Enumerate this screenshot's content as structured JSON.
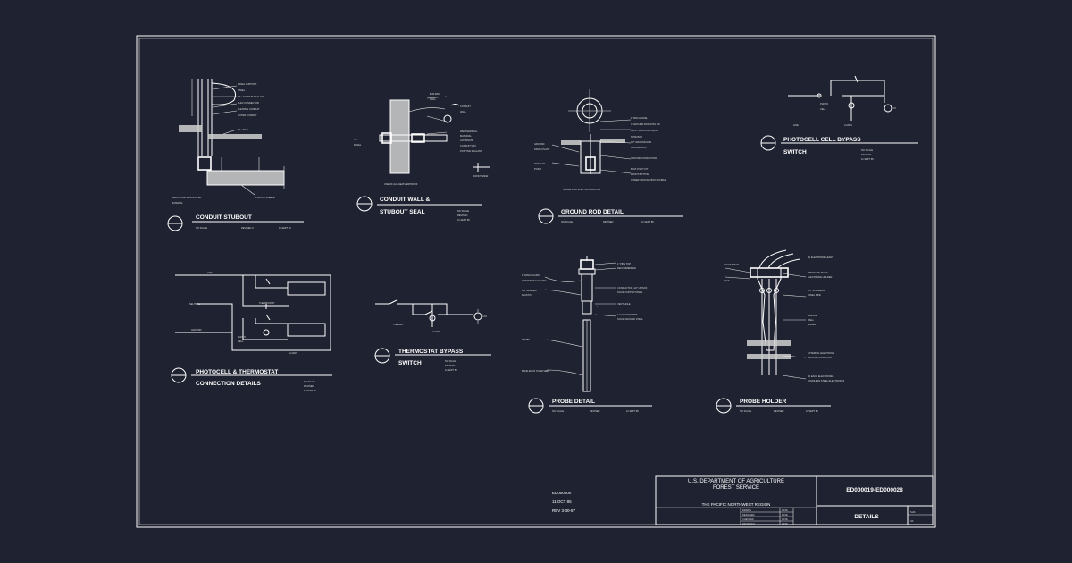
{
  "details": {
    "conduit_stubout": "CONDUIT STUBOUT",
    "conduit_wall_line1": "CONDUIT WALL &",
    "conduit_wall_line2": "STUBOUT SEAL",
    "ground_rod": "GROUND ROD DETAIL",
    "photocell_bypass_line1": "PHOTOCELL CELL BYPASS",
    "photocell_bypass_line2": "SWITCH",
    "photocell_thermostat_line1": "PHOTOCELL & THERMOSTAT",
    "photocell_thermostat_line2": "CONNECTION DETAILS",
    "thermostat_bypass_line1": "THERMOSTAT BYPASS",
    "thermostat_bypass_line2": "SWITCH",
    "probe_detail": "PROBE DETAIL",
    "probe_holder": "PROBE HOLDER"
  },
  "stamp": {
    "line1": "ED000000",
    "line2": "11 OCT 85",
    "line3": "REV 3-30-87"
  },
  "title_block": {
    "agency_line1": "U.S. DEPARTMENT OF AGRICULTURE",
    "agency_line2": "FOREST SERVICE",
    "region": "THE PACIFIC NORTHWEST REGION",
    "drawing_number": "ED000019-ED000028",
    "sheet_title": "DETAILS",
    "sheet_label": "SHS",
    "sheet_of": "OF",
    "rows": [
      "DRAWN",
      "DESIGNED",
      "CHECKED",
      "REVIEWED"
    ],
    "date_label": "DATE"
  },
  "colors": {
    "background": "#1f2230",
    "linework": "#ffffff"
  }
}
